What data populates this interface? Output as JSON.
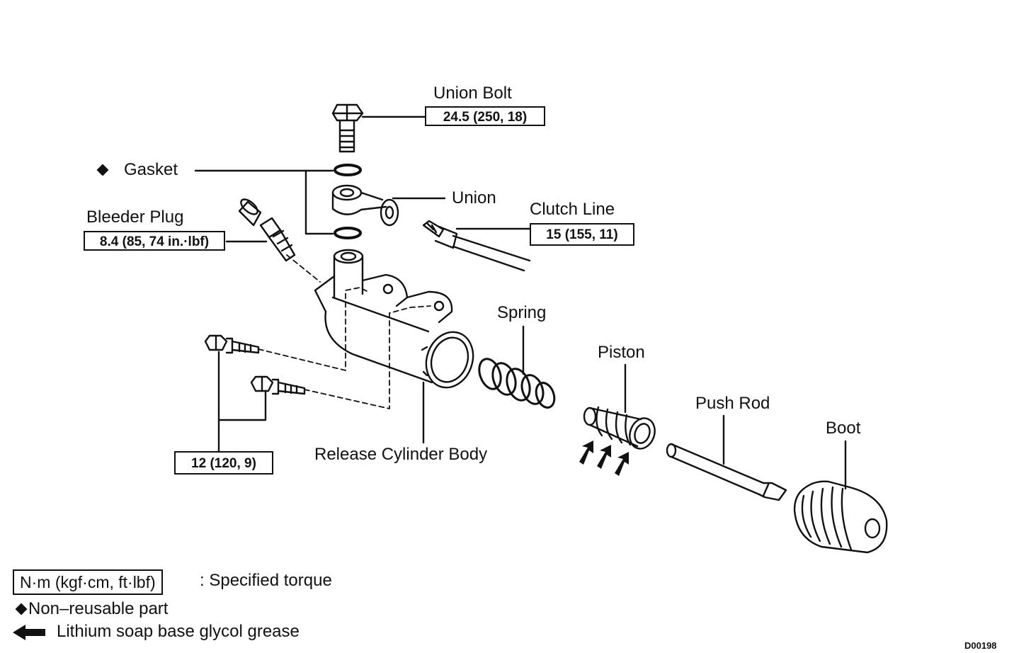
{
  "labels": {
    "union_bolt": "Union Bolt",
    "gasket": "Gasket",
    "union": "Union",
    "bleeder_plug": "Bleeder Plug",
    "clutch_line": "Clutch Line",
    "spring": "Spring",
    "piston": "Piston",
    "push_rod": "Push Rod",
    "boot": "Boot",
    "release_cylinder_body": "Release Cylinder Body"
  },
  "torques": {
    "union_bolt": "24.5 (250, 18)",
    "bleeder_plug": "8.4 (85, 74 in.·lbf)",
    "clutch_line": "15 (155, 11)",
    "body_bolts": "12 (120, 9)"
  },
  "legend": {
    "torque_units": "N·m (kgf·cm, ft·lbf)",
    "torque_desc": ": Specified torque",
    "non_reusable": "Non–reusable part",
    "grease": "Lithium soap base glycol grease"
  },
  "figure_code": "D00198"
}
